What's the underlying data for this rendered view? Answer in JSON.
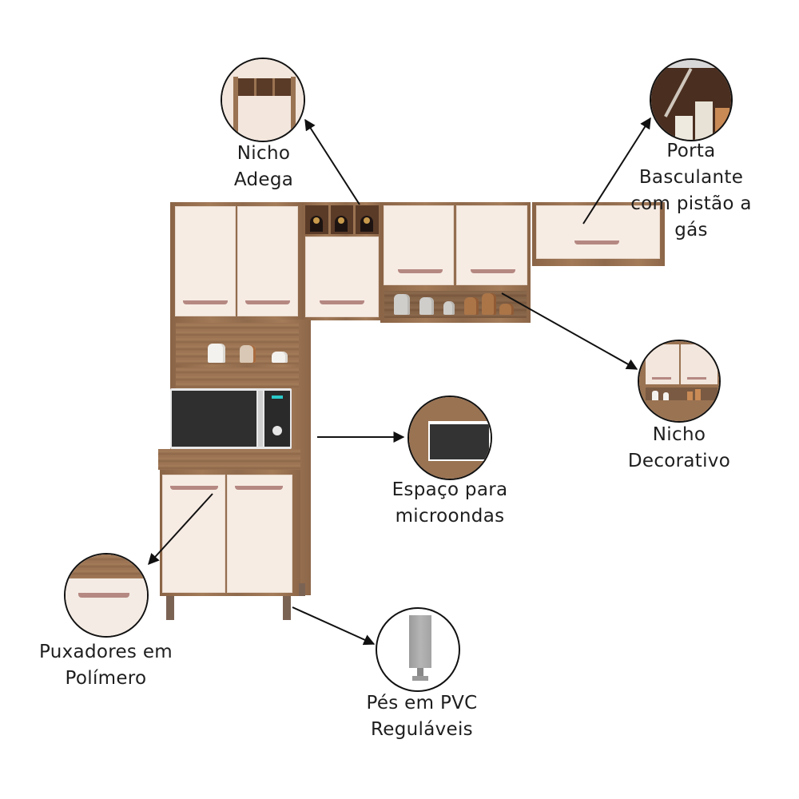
{
  "diagram": {
    "subject": "Kitchen cabinet set (cozinha compacta)",
    "colors": {
      "wood": "#9a7352",
      "door": "#f7ece4",
      "handle": "#b58882",
      "text": "#1e1e1e",
      "arrow": "#111111",
      "microwave_glass": "#2f2f2f"
    },
    "callouts": [
      {
        "id": "nicho-adega",
        "lines": [
          "Nicho",
          "Adega"
        ]
      },
      {
        "id": "porta-basculante",
        "lines": [
          "Porta",
          "Basculante",
          "com pistão a",
          "gás"
        ]
      },
      {
        "id": "nicho-decorativo",
        "lines": [
          "Nicho",
          "Decorativo"
        ]
      },
      {
        "id": "espaco-microondas",
        "lines": [
          "Espaço para",
          "microondas"
        ]
      },
      {
        "id": "puxadores",
        "lines": [
          "Puxadores em",
          "Polímero"
        ]
      },
      {
        "id": "pes-pvc",
        "lines": [
          "Pés em PVC",
          "Reguláveis"
        ]
      }
    ]
  }
}
